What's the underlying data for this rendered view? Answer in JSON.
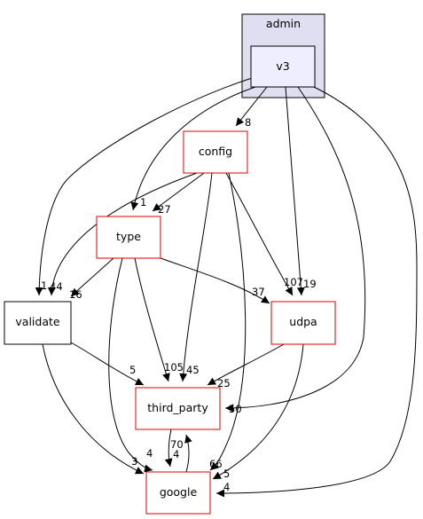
{
  "diagram": {
    "cluster": {
      "label": "admin",
      "fill": "#dfdff1",
      "border": "#000000"
    },
    "nodes": [
      {
        "id": "v3",
        "label": "v3",
        "fill": "#eeeeff",
        "border": "#000000"
      },
      {
        "id": "config",
        "label": "config",
        "fill": "#ffffff",
        "border": "#e00000"
      },
      {
        "id": "type",
        "label": "type",
        "fill": "#ffffff",
        "border": "#e00000"
      },
      {
        "id": "validate",
        "label": "validate",
        "fill": "#ffffff",
        "border": "#000000"
      },
      {
        "id": "udpa",
        "label": "udpa",
        "fill": "#ffffff",
        "border": "#e00000"
      },
      {
        "id": "third_party",
        "label": "third_party",
        "fill": "#ffffff",
        "border": "#e00000"
      },
      {
        "id": "google",
        "label": "google",
        "fill": "#ffffff",
        "border": "#e00000"
      }
    ],
    "edges": [
      {
        "id": "v3-config",
        "from": "v3",
        "to": "config",
        "label": "8"
      },
      {
        "id": "v3-type",
        "from": "v3",
        "to": "type",
        "label": "1"
      },
      {
        "id": "v3-validate",
        "from": "v3",
        "to": "validate",
        "label": "1"
      },
      {
        "id": "v3-udpa",
        "from": "v3",
        "to": "udpa",
        "label": "19"
      },
      {
        "id": "v3-third_party",
        "from": "v3",
        "to": "third_party",
        "label": "50"
      },
      {
        "id": "v3-google",
        "from": "v3",
        "to": "google",
        "label": "4"
      },
      {
        "id": "config-type",
        "from": "config",
        "to": "type",
        "label": "27"
      },
      {
        "id": "config-validate",
        "from": "config",
        "to": "validate",
        "label": "44"
      },
      {
        "id": "config-udpa",
        "from": "config",
        "to": "udpa",
        "label": "107"
      },
      {
        "id": "config-third_party",
        "from": "config",
        "to": "third_party",
        "label": "45"
      },
      {
        "id": "config-google",
        "from": "config",
        "to": "google",
        "label": "66"
      },
      {
        "id": "type-validate",
        "from": "type",
        "to": "validate",
        "label": "16"
      },
      {
        "id": "type-udpa",
        "from": "type",
        "to": "udpa",
        "label": "37"
      },
      {
        "id": "type-third_party",
        "from": "type",
        "to": "third_party",
        "label": "105"
      },
      {
        "id": "type-google",
        "from": "type",
        "to": "google",
        "label": "4"
      },
      {
        "id": "validate-third_party",
        "from": "validate",
        "to": "third_party",
        "label": "5"
      },
      {
        "id": "validate-google",
        "from": "validate",
        "to": "google",
        "label": "3"
      },
      {
        "id": "udpa-third_party",
        "from": "udpa",
        "to": "third_party",
        "label": "25"
      },
      {
        "id": "udpa-google",
        "from": "udpa",
        "to": "google",
        "label": "5"
      },
      {
        "id": "third_party-google",
        "from": "third_party",
        "to": "google",
        "label": "4"
      },
      {
        "id": "google-third_party",
        "from": "google",
        "to": "third_party",
        "label": "70"
      }
    ]
  }
}
